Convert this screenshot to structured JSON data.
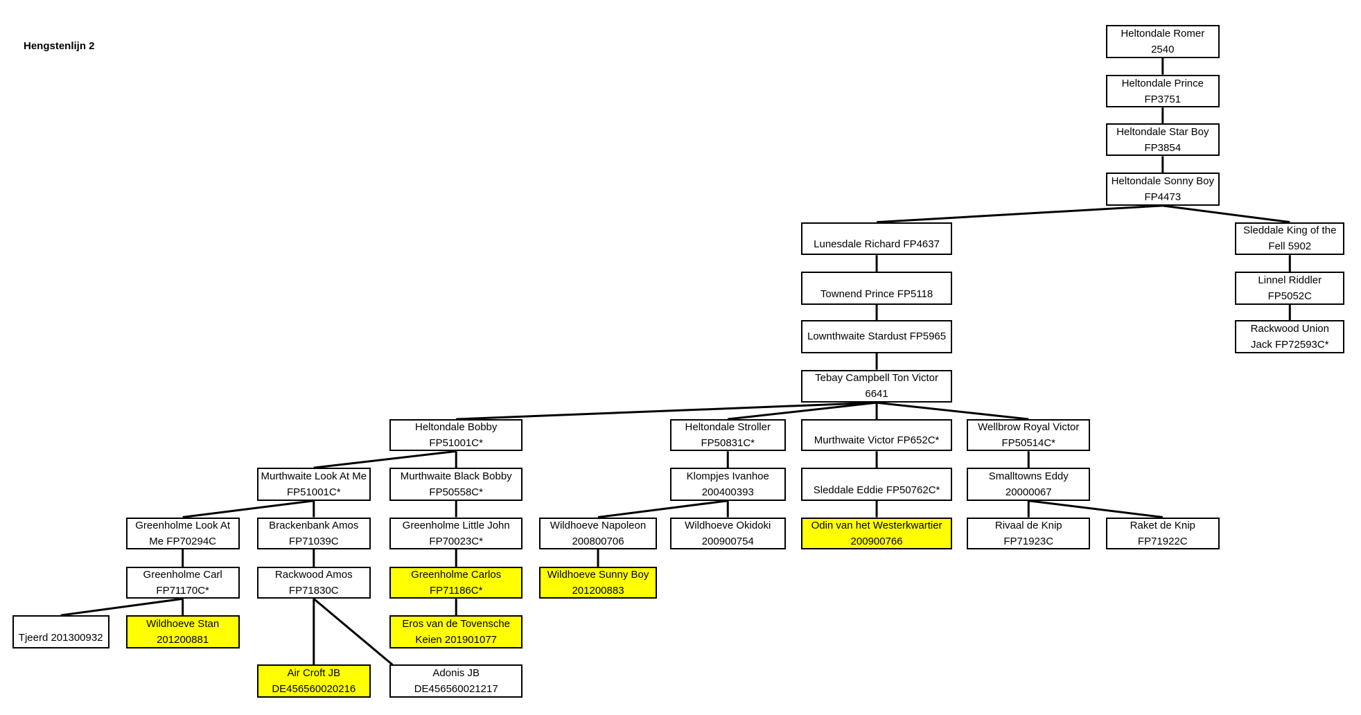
{
  "sheet": {
    "title": "Hengstenlijn 2",
    "highlight_color": "#ffff00"
  },
  "nodes": [
    {
      "id": "romer",
      "text": "Heltondale Romer 2540",
      "highlight": false
    },
    {
      "id": "prince",
      "text": "Heltondale Prince FP3751",
      "highlight": false
    },
    {
      "id": "starboy",
      "text": "Heltondale Star Boy FP3854",
      "highlight": false
    },
    {
      "id": "sonny",
      "text": "Heltondale Sonny Boy FP4473",
      "highlight": false
    },
    {
      "id": "lunesdale",
      "text": "Lunesdale Richard FP4637",
      "highlight": false
    },
    {
      "id": "sleddaleking",
      "text": "Sleddale King of the Fell 5902",
      "highlight": false
    },
    {
      "id": "townend",
      "text": "Townend Prince FP5118",
      "highlight": false
    },
    {
      "id": "linnel",
      "text": "Linnel Riddler FP5052C",
      "highlight": false
    },
    {
      "id": "lownthwaite",
      "text": "Lownthwaite Stardust FP5965",
      "highlight": false
    },
    {
      "id": "rackwoodunion",
      "text": "Rackwood Union Jack FP72593C*",
      "highlight": false
    },
    {
      "id": "tebay",
      "text": "Tebay Campbell Ton Victor 6641",
      "highlight": false
    },
    {
      "id": "bobby",
      "text": "Heltondale Bobby FP51001C*",
      "highlight": false
    },
    {
      "id": "stroller",
      "text": "Heltondale Stroller FP50831C*",
      "highlight": false
    },
    {
      "id": "murthvictor",
      "text": "Murthwaite Victor FP652C*",
      "highlight": false
    },
    {
      "id": "wellbrow",
      "text": "Wellbrow Royal Victor FP50514C*",
      "highlight": false
    },
    {
      "id": "lookatme",
      "text": "Murthwaite Look At Me FP51001C*",
      "highlight": false
    },
    {
      "id": "blackbobby",
      "text": "Murthwaite Black Bobby FP50558C*",
      "highlight": false
    },
    {
      "id": "ivanhoe",
      "text": "Klompjes Ivanhoe 200400393",
      "highlight": false
    },
    {
      "id": "eddie",
      "text": "Sleddale Eddie FP50762C*",
      "highlight": false
    },
    {
      "id": "smalltowns",
      "text": "Smalltowns Eddy 20000067",
      "highlight": false
    },
    {
      "id": "greenlook",
      "text": "Greenholme Look At Me FP70294C",
      "highlight": false
    },
    {
      "id": "brackenbank",
      "text": "Brackenbank Amos FP71039C",
      "highlight": false
    },
    {
      "id": "littlejohn",
      "text": "Greenholme Little John FP70023C*",
      "highlight": false
    },
    {
      "id": "napoleon",
      "text": "Wildhoeve Napoleon 200800706",
      "highlight": false
    },
    {
      "id": "okidoki",
      "text": "Wildhoeve Okidoki 200900754",
      "highlight": false
    },
    {
      "id": "odin",
      "text": "Odin van het Westerkwartier 200900766",
      "highlight": true
    },
    {
      "id": "rivaal",
      "text": "Rivaal de Knip FP71923C",
      "highlight": false
    },
    {
      "id": "raket",
      "text": "Raket de Knip FP71922C",
      "highlight": false
    },
    {
      "id": "carl",
      "text": "Greenholme Carl FP71170C*",
      "highlight": false
    },
    {
      "id": "rackamos",
      "text": "Rackwood Amos FP71830C",
      "highlight": false
    },
    {
      "id": "carlos",
      "text": "Greenholme Carlos FP71186C*",
      "highlight": true
    },
    {
      "id": "sunnyboy",
      "text": "Wildhoeve Sunny Boy 201200883",
      "highlight": true
    },
    {
      "id": "tjeerd",
      "text": "Tjeerd 201300932",
      "highlight": false
    },
    {
      "id": "stan",
      "text": "Wildhoeve Stan 201200881",
      "highlight": true
    },
    {
      "id": "eros",
      "text": "Eros van de Tovensche Keien 201901077",
      "highlight": true
    },
    {
      "id": "aircroft",
      "text": "Air Croft JB DE456560020216",
      "highlight": true
    },
    {
      "id": "adonis",
      "text": "Adonis JB DE456560021217",
      "highlight": false
    }
  ],
  "links": [
    [
      "romer",
      "prince"
    ],
    [
      "prince",
      "starboy"
    ],
    [
      "starboy",
      "sonny"
    ],
    [
      "sonny",
      "lunesdale"
    ],
    [
      "sonny",
      "sleddaleking"
    ],
    [
      "lunesdale",
      "townend"
    ],
    [
      "townend",
      "lownthwaite"
    ],
    [
      "lownthwaite",
      "tebay"
    ],
    [
      "sleddaleking",
      "linnel"
    ],
    [
      "linnel",
      "rackwoodunion"
    ],
    [
      "tebay",
      "bobby"
    ],
    [
      "tebay",
      "stroller"
    ],
    [
      "tebay",
      "murthvictor"
    ],
    [
      "tebay",
      "wellbrow"
    ],
    [
      "bobby",
      "lookatme"
    ],
    [
      "bobby",
      "blackbobby"
    ],
    [
      "stroller",
      "ivanhoe"
    ],
    [
      "murthvictor",
      "eddie"
    ],
    [
      "wellbrow",
      "smalltowns"
    ],
    [
      "lookatme",
      "greenlook"
    ],
    [
      "lookatme",
      "brackenbank"
    ],
    [
      "blackbobby",
      "littlejohn"
    ],
    [
      "ivanhoe",
      "napoleon"
    ],
    [
      "ivanhoe",
      "okidoki"
    ],
    [
      "eddie",
      "odin"
    ],
    [
      "smalltowns",
      "rivaal"
    ],
    [
      "smalltowns",
      "raket"
    ],
    [
      "greenlook",
      "carl"
    ],
    [
      "brackenbank",
      "rackamos"
    ],
    [
      "littlejohn",
      "carlos"
    ],
    [
      "napoleon",
      "sunnyboy"
    ],
    [
      "carl",
      "tjeerd"
    ],
    [
      "carl",
      "stan"
    ],
    [
      "carlos",
      "eros"
    ],
    [
      "rackamos",
      "aircroft"
    ],
    [
      "rackamos",
      "adonis"
    ]
  ]
}
